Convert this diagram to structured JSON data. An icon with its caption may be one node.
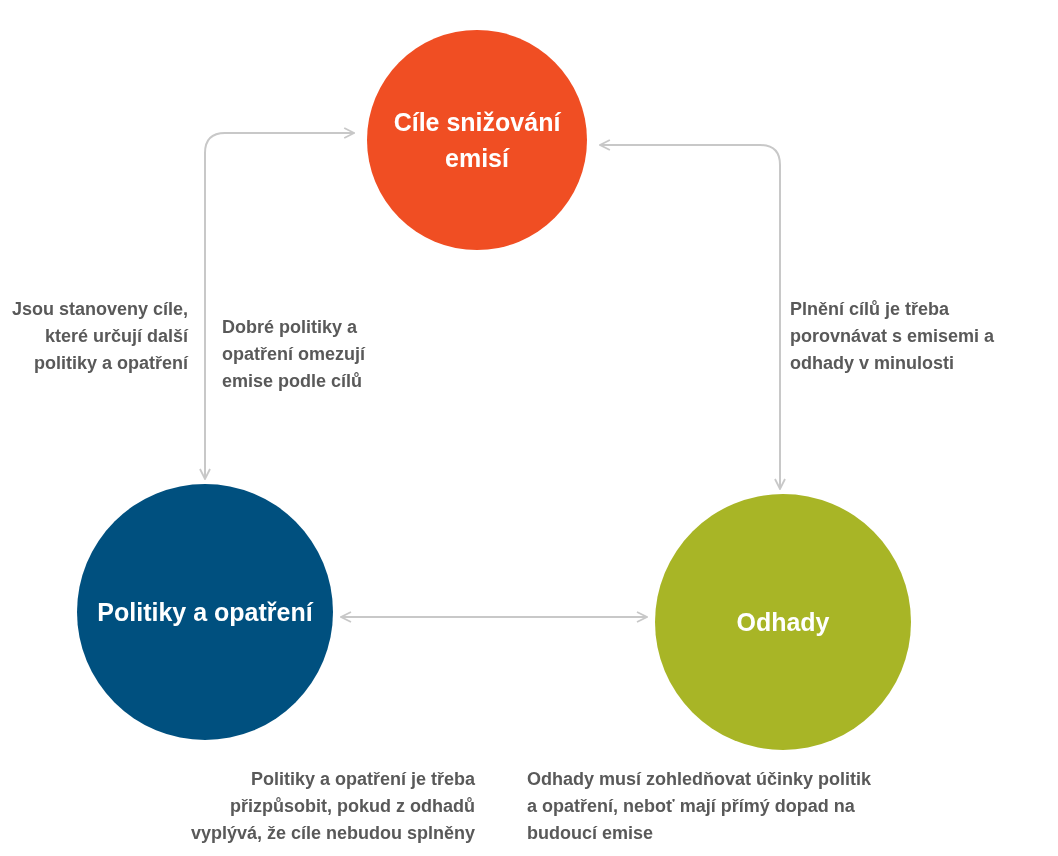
{
  "diagram": {
    "nodes": [
      {
        "text": [
          "Cíle snižování emisí"
        ]
      },
      {
        "text": [
          "Politiky a opatření"
        ]
      },
      {
        "text": [
          "Odhady"
        ]
      }
    ],
    "edges": [
      {
        "from": 0,
        "to": 1,
        "arrow": "both"
      },
      {
        "from": 0,
        "to": 2,
        "arrow": "both"
      },
      {
        "from": 1,
        "to": 2,
        "arrow": "both"
      }
    ],
    "labels": [
      "Jsou stanoveny cíle, které určují další politiky a opatření",
      "Dobré politiky a opatření omezují emise podle cílů",
      "Plnění cílů je třeba porovnávat s emisemi a odhady v minulosti",
      "Politiky a opatření je třeba přizpůsobit, pokud z odhadů vyplývá, že cíle nebudou splněny",
      "Odhady musí zohledňovat účinky politik a opatření, neboť mají přímý dopad na budoucí emise"
    ]
  }
}
